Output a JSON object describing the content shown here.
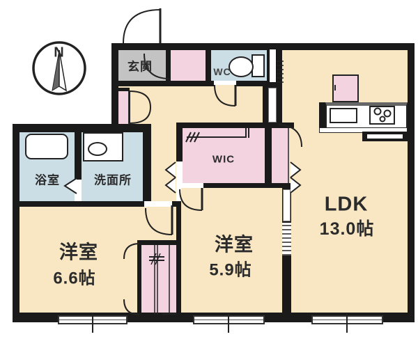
{
  "plan": {
    "compass_label": "N",
    "rooms": {
      "genkan": {
        "label": "玄関"
      },
      "wc": {
        "label": "WC"
      },
      "bathroom": {
        "label": "浴室"
      },
      "washroom": {
        "label": "洗面所"
      },
      "wic": {
        "label": "WIC"
      },
      "bedroom_6_6": {
        "label": "洋室",
        "size": "6.6帖"
      },
      "bedroom_5_9": {
        "label": "洋室",
        "size": "5.9帖"
      },
      "ldk": {
        "label": "LDK",
        "size": "13.0帖"
      }
    },
    "colors": {
      "floor_cream": "#F8E7C2",
      "closet_pink": "#F2D3DF",
      "wet_area_blue": "#CBDEE6",
      "entry_gray": "#C3C3C3",
      "wall_black": "#1A1A1A"
    }
  }
}
